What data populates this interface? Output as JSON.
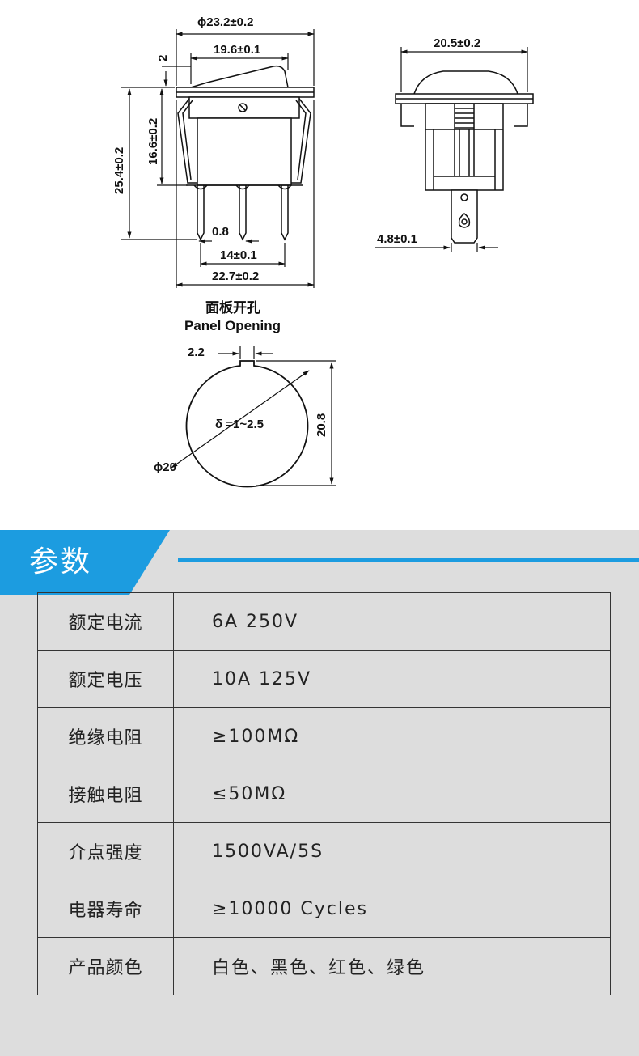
{
  "drawing": {
    "front": {
      "dim_outer_diameter": "ϕ23.2±0.2",
      "dim_rocker_width": "19.6±0.1",
      "dim_rocker_offset": "2",
      "dim_body_height": "16.6±0.2",
      "dim_total_height": "25.4±0.2",
      "dim_terminal_width": "0.8",
      "dim_terminal_pitch": "14±0.1",
      "dim_body_width": "22.7±0.2"
    },
    "side": {
      "dim_flange_width": "20.5±0.2",
      "dim_terminal_width": "4.8±0.1"
    },
    "panel_opening": {
      "title_cn": "面板开孔",
      "title_en": "Panel Opening",
      "dim_key_width": "2.2",
      "dim_thickness": "δ =1~2.5",
      "dim_height": "20.8",
      "dim_diameter": "ϕ20"
    }
  },
  "params": {
    "title": "参数",
    "accent_color": "#1c9ce0",
    "rows": [
      {
        "label": "额定电流",
        "value": "6A 250V"
      },
      {
        "label": "额定电压",
        "value": "10A 125V"
      },
      {
        "label": "绝缘电阻",
        "value": "≥100MΩ"
      },
      {
        "label": "接触电阻",
        "value": "≤50MΩ"
      },
      {
        "label": "介点强度",
        "value": "1500VA/5S"
      },
      {
        "label": "电器寿命",
        "value": "≥10000 Cycles"
      },
      {
        "label": "产品颜色",
        "value": "白色、黑色、红色、绿色"
      }
    ]
  }
}
